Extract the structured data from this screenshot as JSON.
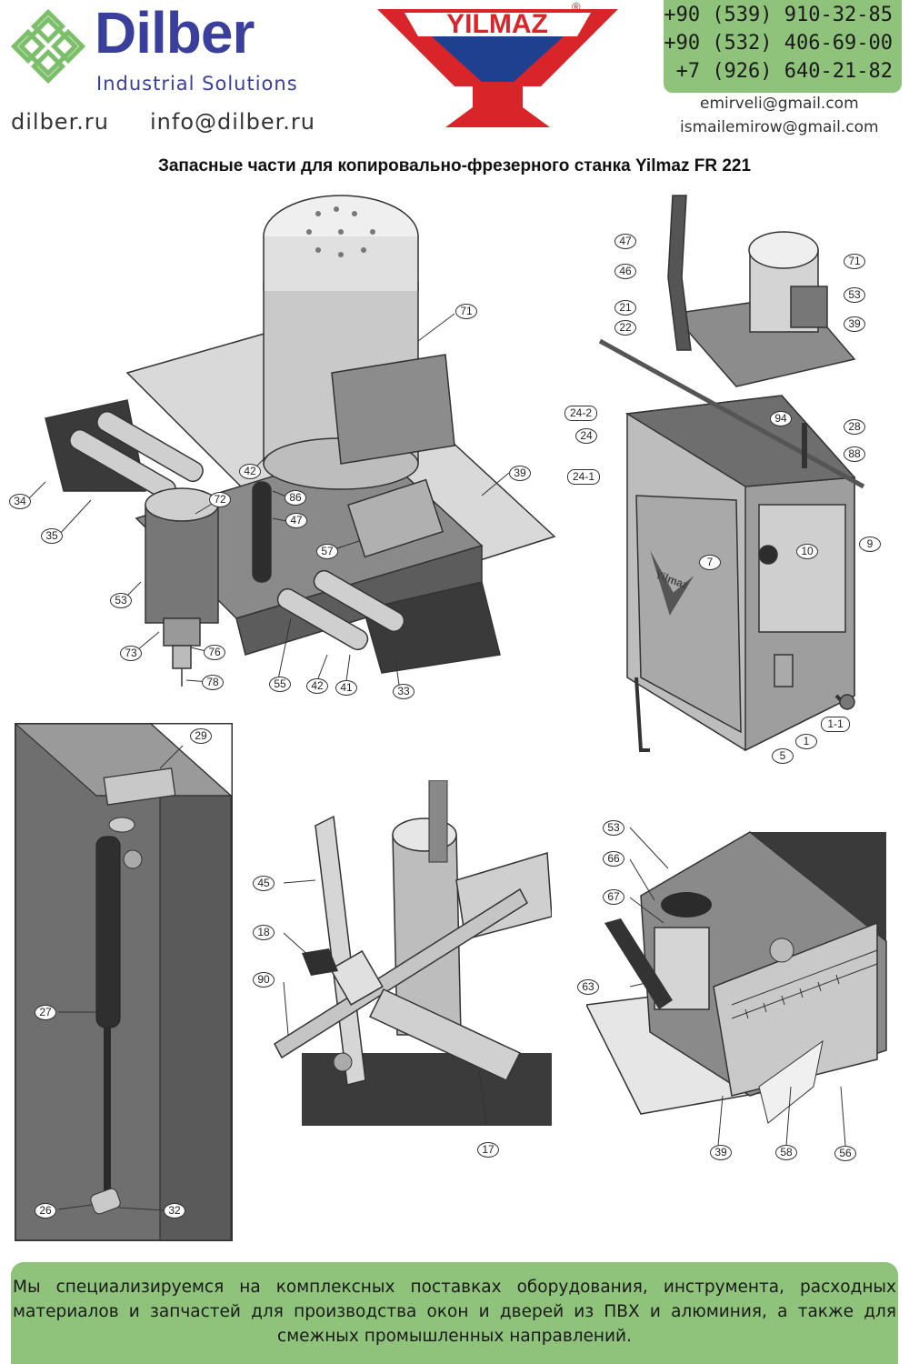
{
  "header": {
    "brand_name": "Dilber",
    "brand_tagline": "Industrial Solutions",
    "website": "dilber.ru",
    "email": "info@dilber.ru",
    "partner_logo_text": "YILMAZ",
    "partner_logo_mark": "®",
    "phones": [
      "+90 (539) 910-32-85",
      "+90 (532) 406-69-00",
      "+7 (926) 640-21-82"
    ],
    "contact_emails": [
      "emirveli@gmail.com",
      "ismailemirow@gmail.com"
    ],
    "colors": {
      "brand_blue": "#3b3f9c",
      "brand_green": "#8fc27b",
      "yilmaz_red": "#d9252a",
      "yilmaz_blue": "#1f3f8f"
    }
  },
  "document": {
    "title": "Запасные части для копировально-фрезерного станка Yilmaz FR 221"
  },
  "diagrams": {
    "head_unit": {
      "callouts": [
        "71",
        "42",
        "86",
        "72",
        "47",
        "57",
        "39",
        "34",
        "35",
        "53",
        "73",
        "76",
        "78",
        "55",
        "42",
        "41",
        "33"
      ]
    },
    "machine_overview": {
      "callouts": [
        "47",
        "46",
        "71",
        "53",
        "21",
        "22",
        "39",
        "24-2",
        "24",
        "94",
        "28",
        "88",
        "24-1",
        "10",
        "9",
        "7",
        "5",
        "1",
        "1-1"
      ],
      "body_mark": "Yilmaz"
    },
    "gas_spring_detail": {
      "callouts": [
        "29",
        "27",
        "26",
        "32"
      ]
    },
    "stop_detail": {
      "callouts": [
        "45",
        "18",
        "90",
        "17"
      ]
    },
    "clamp_detail": {
      "callouts": [
        "53",
        "66",
        "67",
        "63",
        "39",
        "58",
        "56"
      ]
    }
  },
  "footer": {
    "text": "Мы специализируемся на комплексных поставках оборудования, инструмента, расходных материалов и запчастей для производства окон и дверей из ПВХ и алюминия, а также для смежных промышленных направлений."
  }
}
